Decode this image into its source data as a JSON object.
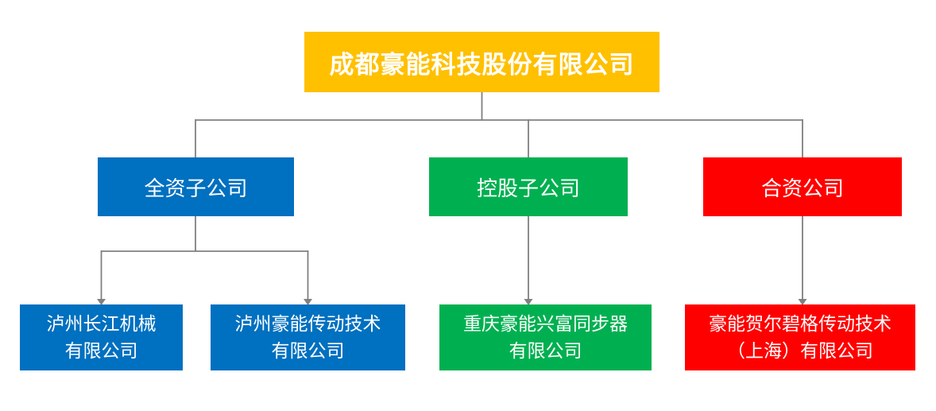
{
  "org_chart": {
    "root": {
      "label": "成都豪能科技股份有限公司",
      "color": "#FFC000"
    },
    "categories": [
      {
        "id": "wholly",
        "label": "全资子公司",
        "color": "#0070C0"
      },
      {
        "id": "holding",
        "label": "控股子公司",
        "color": "#00B050"
      },
      {
        "id": "joint",
        "label": "合资公司",
        "color": "#FF0000"
      }
    ],
    "companies": [
      {
        "parent": "wholly",
        "line1": "泸州长江机械",
        "line2": "有限公司",
        "color": "#0070C0"
      },
      {
        "parent": "wholly",
        "line1": "泸州豪能传动技术",
        "line2": "有限公司",
        "color": "#0070C0"
      },
      {
        "parent": "holding",
        "line1": "重庆豪能兴富同步器",
        "line2": "有限公司",
        "color": "#00B050"
      },
      {
        "parent": "joint",
        "line1": "豪能贺尔碧格传动技术",
        "line2": "（上海）有限公司",
        "color": "#FF0000"
      }
    ],
    "connector_color": "#808080",
    "background_color": "#FFFFFF"
  }
}
